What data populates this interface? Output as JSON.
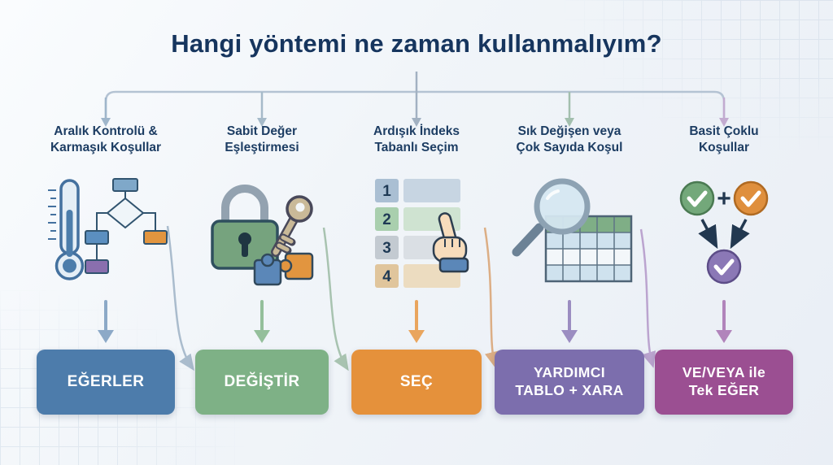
{
  "title": "Hangi yöntemi ne zaman kullanmalıyım?",
  "columns": [
    {
      "header": "Aralık Kontrolü &\nKarmaşık Koşullar",
      "icon": "thermometer-flowchart-icon",
      "button_label": "EĞERLER",
      "button_color": "#4d7cab",
      "arrow_color": "#8ca9c7"
    },
    {
      "header": "Sabit Değer\nEşleştirmesi",
      "icon": "lock-key-puzzle-icon",
      "button_label": "DEĞİŞTİR",
      "button_color": "#7eb186",
      "arrow_color": "#94bf9b"
    },
    {
      "header": "Ardışık İndeks\nTabanlı Seçim",
      "icon": "numbered-list-pointer-icon",
      "button_label": "SEÇ",
      "button_color": "#e5913b",
      "arrow_color": "#e9a55e"
    },
    {
      "header": "Sık Değişen veya\nÇok Sayıda Koşul",
      "icon": "magnifier-table-icon",
      "button_label": "YARDIMCI\nTABLO + XARA",
      "button_color": "#7c6ead",
      "arrow_color": "#9b8dc1"
    },
    {
      "header": "Basit Çoklu\nKoşullar",
      "icon": "checkmark-merge-icon",
      "button_label": "VE/VEYA ile\nTek EĞER",
      "button_color": "#9b4f92",
      "arrow_color": "#b184bb"
    }
  ],
  "list_numbers": [
    "1",
    "2",
    "3",
    "4"
  ],
  "plus_sign": "+"
}
